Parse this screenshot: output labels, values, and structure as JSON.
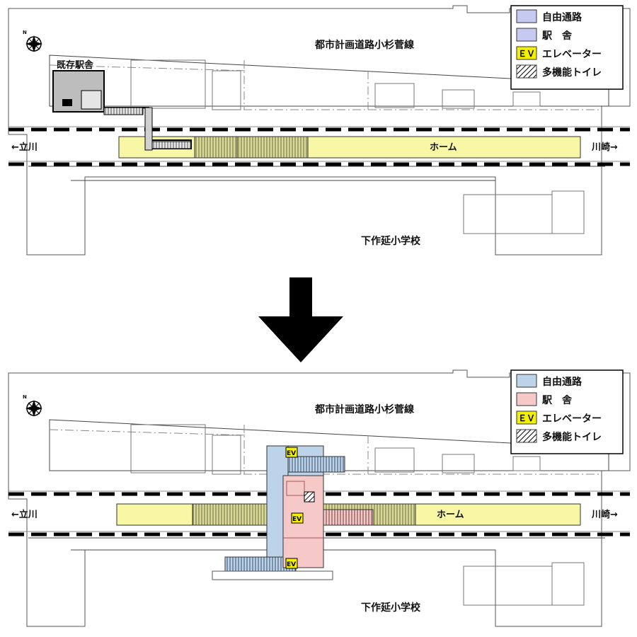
{
  "colors": {
    "free_passage": "#c6c9f0",
    "station_building_new": "#f6c9c9",
    "free_passage_new": "#bcd3ea",
    "platform": "#f7f7a6",
    "elevator": "#f5f000",
    "existing_station": "#bdbdbd",
    "stairs": "#c9c98f"
  },
  "top": {
    "road_label": "都市計画道路小杉菅線",
    "school_label": "下作延小学校",
    "platform_label": "ホーム",
    "existing_station_label": "既存駅舎",
    "left_direction": "←立川",
    "right_direction": "川崎→",
    "legend": {
      "free_passage": "自由通路",
      "station_building": "駅　舎",
      "elevator_badge": "ＥＶ",
      "elevator": "エレベーター",
      "toilet": "多機能トイレ"
    }
  },
  "arrow": {
    "icon": "down-arrow-icon"
  },
  "bottom": {
    "road_label": "都市計画道路小杉菅線",
    "school_label": "下作延小学校",
    "platform_label": "ホーム",
    "left_direction": "←立川",
    "right_direction": "川崎→",
    "ev_tag_1": "EV",
    "ev_tag_2": "EV",
    "ev_tag_3": "EV",
    "legend": {
      "free_passage": "自由通路",
      "station_building": "駅　舎",
      "elevator_badge": "ＥＶ",
      "elevator": "エレベーター",
      "toilet": "多機能トイレ"
    }
  }
}
